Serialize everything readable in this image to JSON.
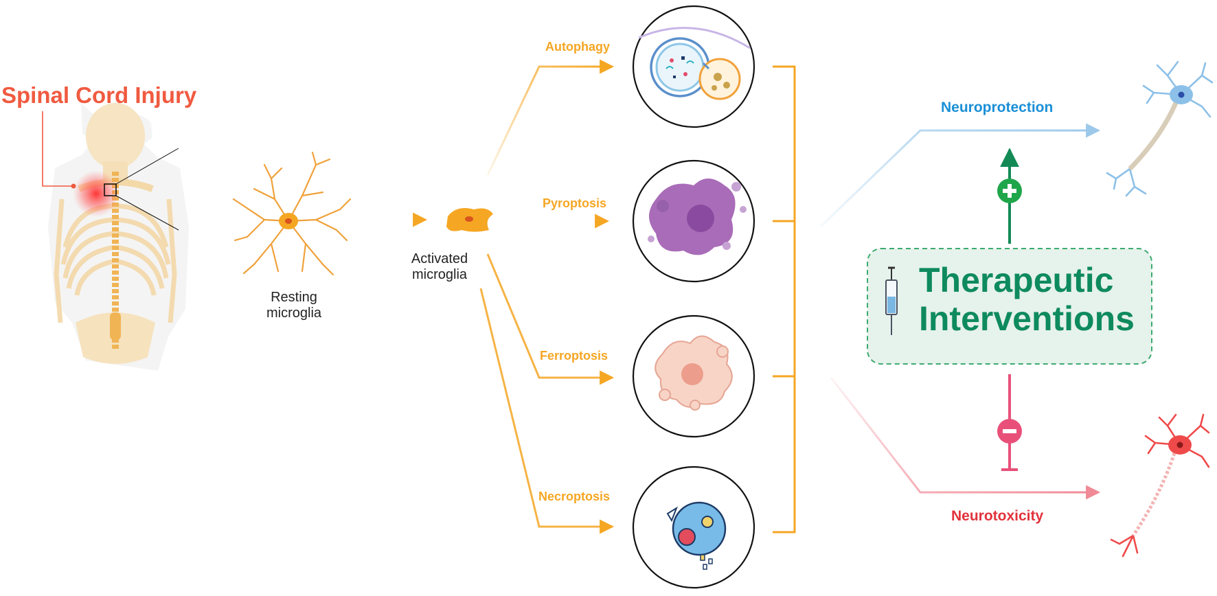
{
  "title": "Spinal Cord Injury",
  "microglia": {
    "resting": "Resting microglia",
    "activated": "Activated microglia"
  },
  "pathways": [
    {
      "label": "Autophagy"
    },
    {
      "label": "Pyroptosis"
    },
    {
      "label": "Ferroptosis"
    },
    {
      "label": "Necroptosis"
    }
  ],
  "outcomes": {
    "protection": "Neuroprotection",
    "toxicity": "Neurotoxicity"
  },
  "therapy": {
    "line1": "Therapeutic",
    "line2": "Interventions"
  },
  "icons": {
    "plus": "plus-icon",
    "minus": "minus-icon",
    "syringe": "syringe-icon"
  },
  "colors": {
    "title": "#f05a40",
    "pathway": "#f5a623",
    "protection": "#1a8fd6",
    "toxicity": "#e2323b",
    "therapy": "#0e8a5f",
    "therapy_bg": "#e6f2ec",
    "activate": "#1fa54a",
    "inhibit": "#e8507a"
  }
}
